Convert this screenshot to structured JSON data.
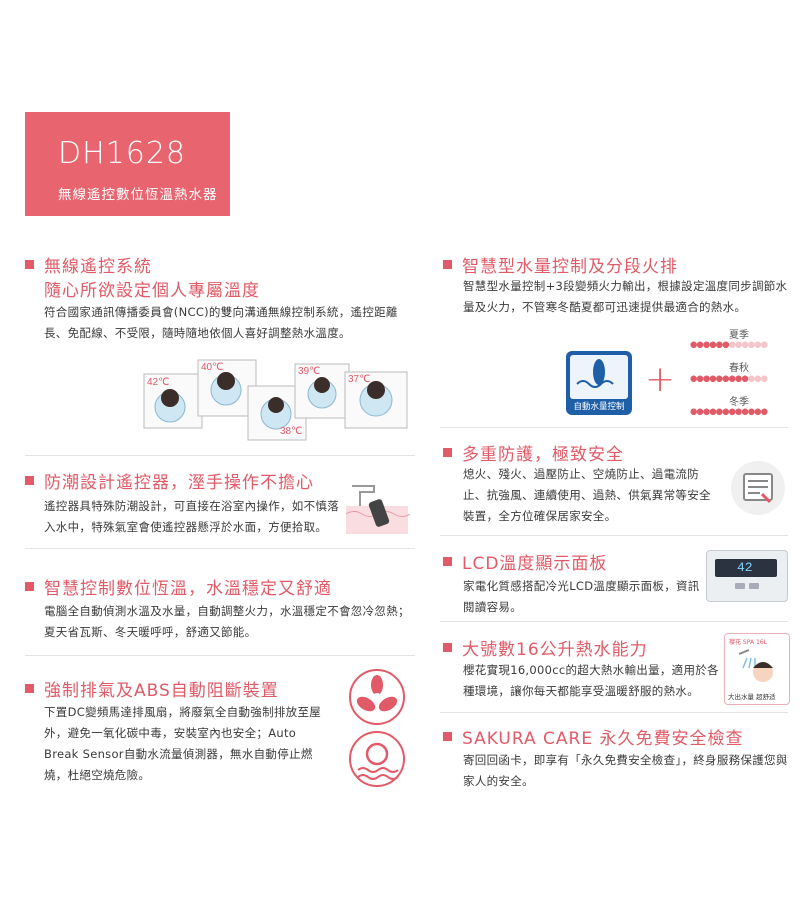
{
  "header": {
    "model": "DH1628",
    "subtitle": "無線遙控數位恆溫熱水器"
  },
  "left": {
    "wireless": {
      "title": "無線遙控系統",
      "subtitle": "隨心所欲設定個人專屬溫度",
      "body": "符合國家通訊傳播委員會(NCC)的雙向溝通無線控制系統，遙控距離長、免配線、不受限，隨時隨地依個人喜好調整熱水溫度。",
      "temps": [
        "42℃",
        "40℃",
        "39℃",
        "37℃",
        "38℃"
      ]
    },
    "waterproof": {
      "title": "防潮設計遙控器，溼手操作不擔心",
      "body": "遙控器具特殊防潮設計，可直接在浴室內操作，如不慎落入水中，特殊氣室會使遙控器懸浮於水面，方便拾取。"
    },
    "smart_temp": {
      "title": "智慧控制數位恆溫，水溫穩定又舒適",
      "body": "電腦全自動偵測水溫及水量，自動調整火力，水溫穩定不會忽冷忽熱；夏天省瓦斯、冬天暖呼呼，舒適又節能。"
    },
    "exhaust": {
      "title": "強制排氣及ABS自動阻斷裝置",
      "body": "下置DC變頻馬達排風扇，將廢氣全自動強制排放至屋外，避免一氧化碳中毒，安裝室內也安全；Auto Break Sensor自動水流量偵測器，無水自動停止燃燒，杜絕空燒危險。"
    }
  },
  "right": {
    "water_control": {
      "title": "智慧型水量控制及分段火排",
      "body": "智慧型水量控制+3段變頻火力輸出，根據設定溫度同步調節水量及火力，不管寒冬酷夏都可迅速提供最適合的熱水。",
      "badge": "自動水量控制",
      "seasons": [
        {
          "label": "夏季",
          "level": 0.5
        },
        {
          "label": "春秋",
          "level": 0.75
        },
        {
          "label": "冬季",
          "level": 1.0
        }
      ]
    },
    "safety": {
      "title": "多重防護，極致安全",
      "body": "熄火、殘火、過壓防止、空燒防止、過電流防止、抗強風、連續使用、過熱、供氣異常等安全裝置，全方位確保居家安全。"
    },
    "lcd": {
      "title": "LCD溫度顯示面板",
      "body": "家電化質感搭配冷光LCD溫度顯示面板，資訊閱讀容易。",
      "display_value": "42"
    },
    "capacity": {
      "title": "大號數16公升熱水能力",
      "body": "櫻花實現16,000cc的超大熱水輸出量，適用於各種環境，讓你每天都能享受溫暖舒服的熱水。",
      "image_caption": "大出水量 超舒适",
      "image_tag": "櫻花 SPA 16L"
    },
    "care": {
      "title": "SAKURA CARE 永久免費安全檢查",
      "body": "寄回回函卡，即享有「永久免費安全檢查」，終身服務保護您與家人的安全。"
    }
  },
  "colors": {
    "accent": "#e15a67",
    "header_bg": "#e8656f",
    "badge_blue": "#1f5fa8"
  }
}
